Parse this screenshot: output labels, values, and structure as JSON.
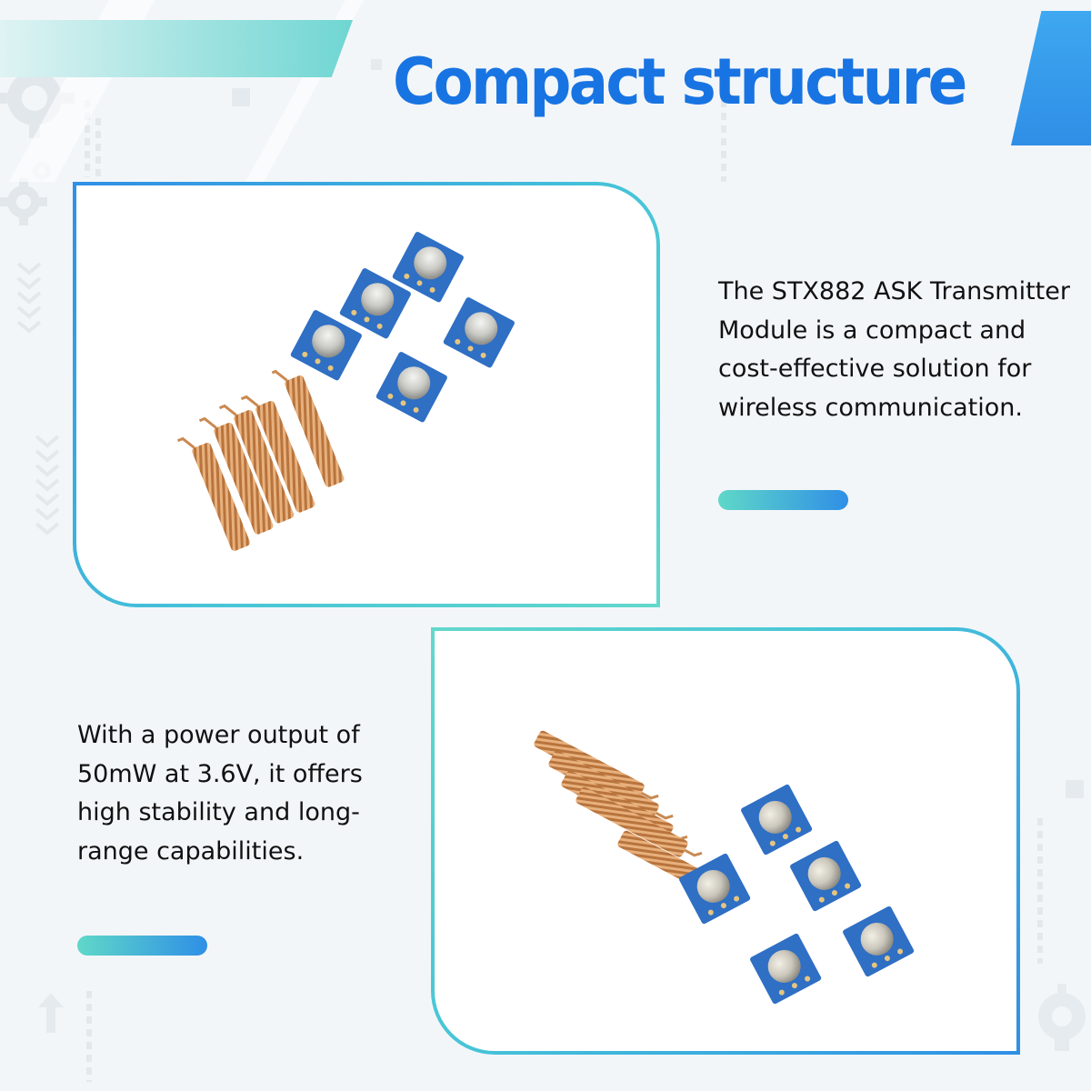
{
  "title": "Compact structure",
  "description_top": "The STX882 ASK Transmitter Module is a compact and cost-effective solution for wireless communication.",
  "description_bottom": "With a power output of 50mW at 3.6V, it offers high stability and long-range capabilities.",
  "colors": {
    "title": "#1874e2",
    "accent_blue": "#2f8fe6",
    "accent_teal": "#5fd8c8",
    "background": "#f3f6f9",
    "module_pcb": "#2f6fc4",
    "antenna_copper": "#c98a52"
  },
  "icons": {
    "background_gear": "gear-icon",
    "background_arrow": "up-arrow-icon"
  }
}
